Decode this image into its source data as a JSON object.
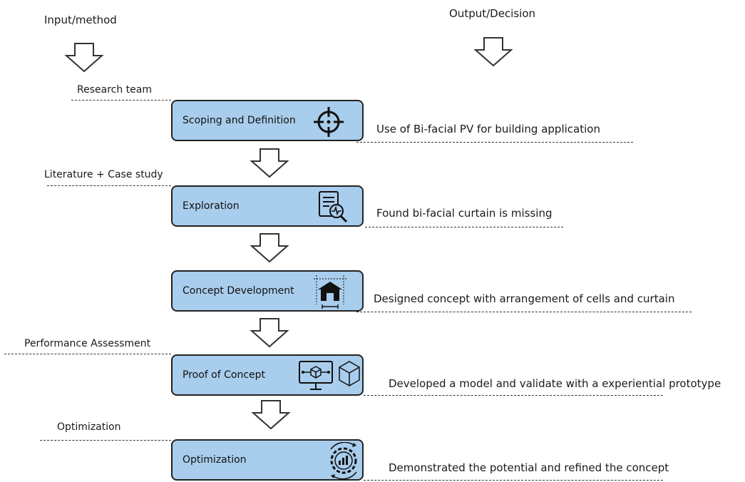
{
  "headers": {
    "input": "Input/method",
    "output": "Output/Decision"
  },
  "steps": [
    {
      "label": "Scoping and Definition",
      "input": "Research team",
      "output": "Use of Bi-facial PV for building application",
      "icon": "target-icon"
    },
    {
      "label": "Exploration",
      "input": "Literature + Case study",
      "output": "Found bi-facial curtain is missing",
      "icon": "document-analysis-icon"
    },
    {
      "label": "Concept Development",
      "input": "",
      "output": "Designed  concept with arrangement of cells and curtain",
      "icon": "house-blueprint-icon"
    },
    {
      "label": "Proof of Concept",
      "input": "Performance Assessment",
      "output": "Developed a model and validate with a experiential prototype",
      "icon": "monitor-cube-icon"
    },
    {
      "label": "Optimization",
      "input": "Optimization",
      "output": "Demonstrated the potential and refined the concept",
      "icon": "gear-chart-icon"
    }
  ]
}
